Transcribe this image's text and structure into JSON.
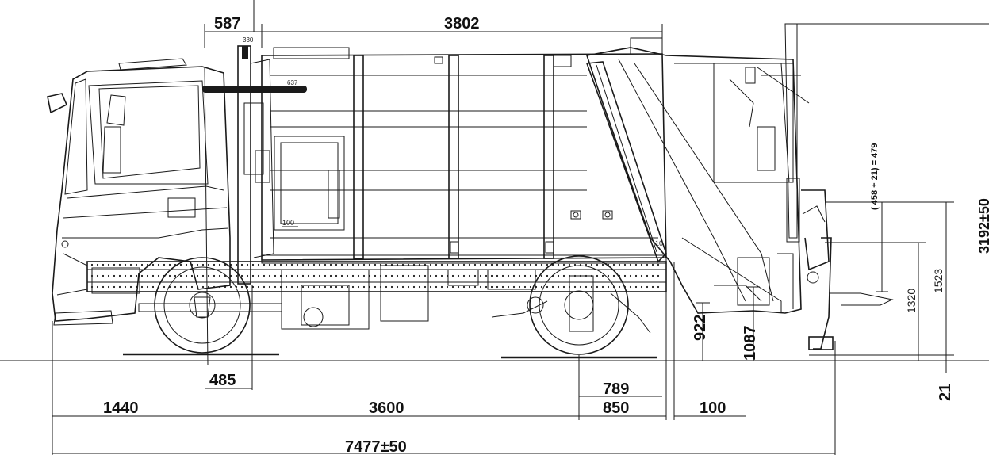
{
  "dimensions": {
    "top_587": "587",
    "top_3802": "3802",
    "bin_479": "( 458 + 21) = 479",
    "height_3192": "3192±50",
    "h_1523": "1523",
    "h_1320": "1320",
    "h_1087": "1087",
    "h_922": "922",
    "bottom_21": "21",
    "front_485": "485",
    "front_1440": "1440",
    "wheelbase_3600": "3600",
    "rear_789": "789",
    "rear_850": "850",
    "rear_100": "100",
    "overall_7477": "7477±50"
  },
  "small_labels": {
    "inner_100": "100",
    "inner_10": "10",
    "inner_637": "637",
    "inner_330": "330"
  },
  "colors": {
    "line": "#1a1a1a",
    "background": "#ffffff"
  }
}
